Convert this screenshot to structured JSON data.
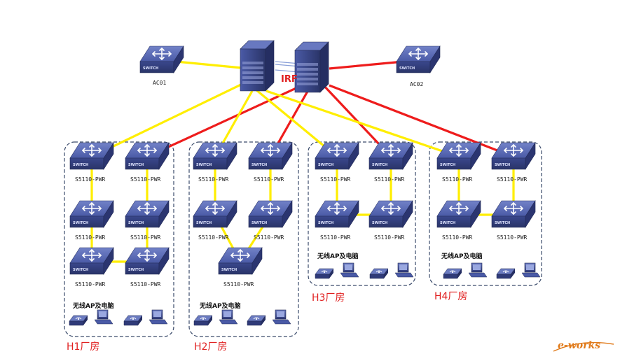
{
  "core": {
    "irf_label": "IRF"
  },
  "access_controllers": [
    {
      "label": "AC01"
    },
    {
      "label": "AC02"
    }
  ],
  "switch_model": "S5110-PWR",
  "switch_text": "SWITCH",
  "ap_label": "无线AP及电脑",
  "groups": [
    {
      "label": "H1厂房"
    },
    {
      "label": "H2厂房"
    },
    {
      "label": "H3厂房"
    },
    {
      "label": "H4厂房"
    }
  ],
  "watermark": "e-works",
  "colors": {
    "link_primary": "#ffee00",
    "link_secondary": "#ee1c1c",
    "switch_face": "#3e4c94",
    "switch_top": "#5868b0",
    "group_border": "#3a4a6a",
    "label_red": "#e02020"
  }
}
